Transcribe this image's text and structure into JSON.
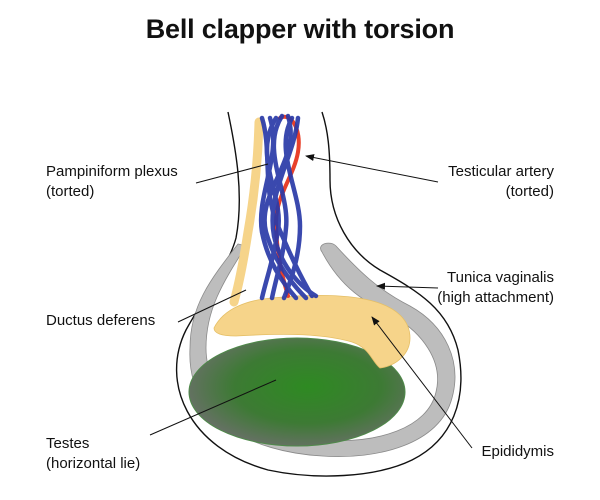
{
  "title": "Bell clapper with torsion",
  "labels": {
    "pampiniform": {
      "line1": "Pampiniform plexus",
      "line2": "(torted)"
    },
    "ductus": {
      "line1": "Ductus deferens"
    },
    "testes": {
      "line1": "Testes",
      "line2": "(horizontal lie)"
    },
    "artery": {
      "line1": "Testicular artery",
      "line2": "(torted)"
    },
    "tunica": {
      "line1": "Tunica vaginalis",
      "line2": "(high attachment)"
    },
    "epididymis": {
      "line1": "Epididymis"
    }
  },
  "colors": {
    "vein_blue": "#2a3aa8",
    "artery_red": "#e8402a",
    "epididymis_yellow": "#f6d48a",
    "testis_green": "#2f8a2a",
    "tunica_gray": "#bdbdbd",
    "outline": "#111111"
  }
}
